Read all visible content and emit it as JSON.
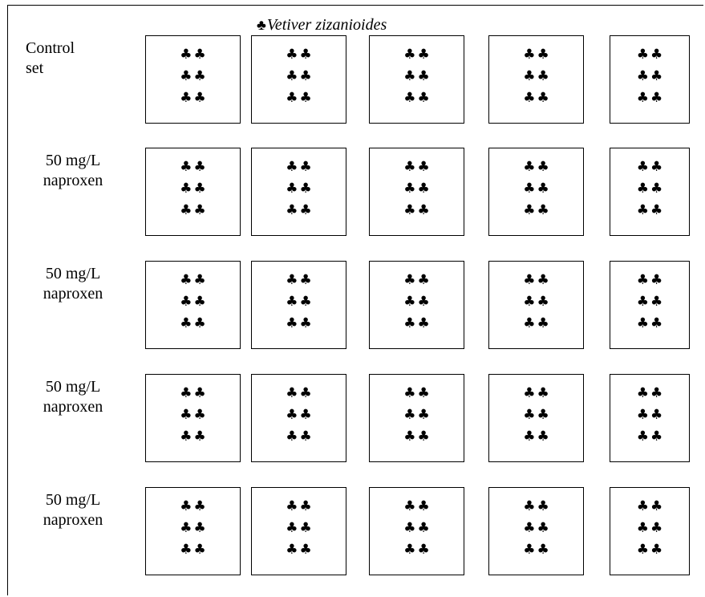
{
  "legend": {
    "symbol": "♣",
    "label": "Vetiver zizanioides"
  },
  "plant_symbol": "♣",
  "rows": [
    {
      "label": "Control\nset",
      "tanks": 5,
      "plants_per_line": 2,
      "lines_per_tank": 3
    },
    {
      "label": "50 mg/L\nnaproxen",
      "tanks": 5,
      "plants_per_line": 2,
      "lines_per_tank": 3
    },
    {
      "label": "50 mg/L\nnaproxen",
      "tanks": 5,
      "plants_per_line": 2,
      "lines_per_tank": 3
    },
    {
      "label": "50 mg/L\nnaproxen",
      "tanks": 5,
      "plants_per_line": 2,
      "lines_per_tank": 3
    },
    {
      "label": "50 mg/L\nnaproxen",
      "tanks": 5,
      "plants_per_line": 2,
      "lines_per_tank": 3
    }
  ]
}
